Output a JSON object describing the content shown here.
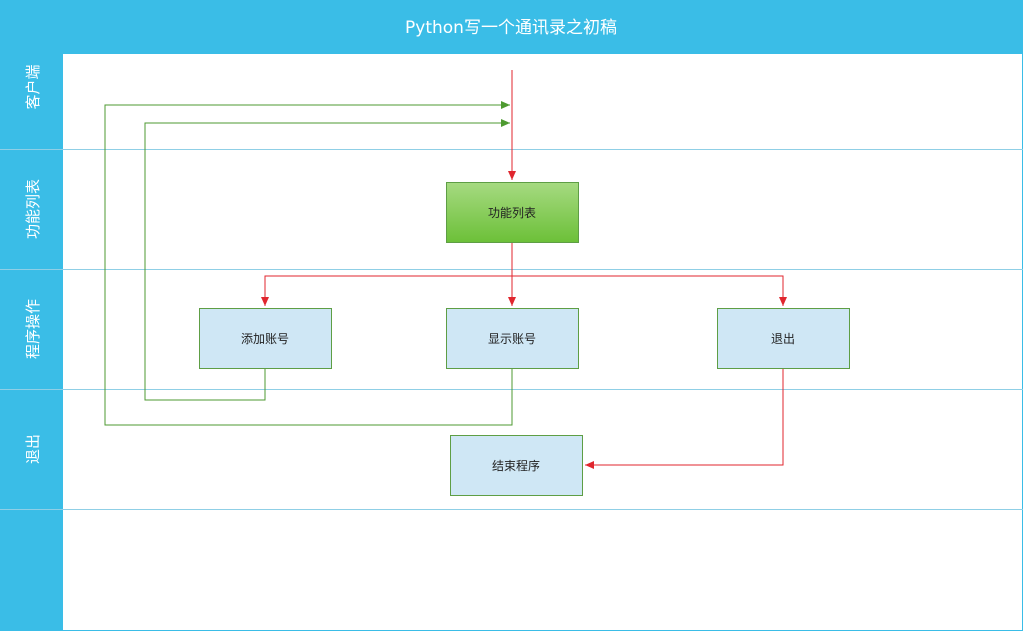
{
  "diagram": {
    "title": "Python写一个通讯录之初稿",
    "lanes": [
      {
        "id": "client",
        "label": "客户端"
      },
      {
        "id": "menu",
        "label": "功能列表"
      },
      {
        "id": "ops",
        "label": "程序操作"
      },
      {
        "id": "exit",
        "label": "退出"
      }
    ],
    "nodes": {
      "menu": {
        "label": "功能列表"
      },
      "add": {
        "label": "添加账号"
      },
      "show": {
        "label": "显示账号"
      },
      "quit": {
        "label": "退出"
      },
      "end": {
        "label": "结束程序"
      }
    },
    "edges": [
      {
        "from": "start",
        "to": "menu",
        "kind": "forward"
      },
      {
        "from": "menu",
        "to": "add",
        "kind": "forward"
      },
      {
        "from": "menu",
        "to": "show",
        "kind": "forward"
      },
      {
        "from": "menu",
        "to": "quit",
        "kind": "forward"
      },
      {
        "from": "quit",
        "to": "end",
        "kind": "forward"
      },
      {
        "from": "add",
        "to": "client",
        "kind": "return"
      },
      {
        "from": "show",
        "to": "client",
        "kind": "return"
      }
    ],
    "colors": {
      "header": "#3ABDE7",
      "lane_divider": "#8FCFE6",
      "flow_forward": "#E0262E",
      "flow_return": "#4E9A30",
      "node_fill": "#CFE7F5",
      "node_border": "#5E9E45",
      "highlight_top": "#A6DA81",
      "highlight_bottom": "#6CC038"
    }
  }
}
